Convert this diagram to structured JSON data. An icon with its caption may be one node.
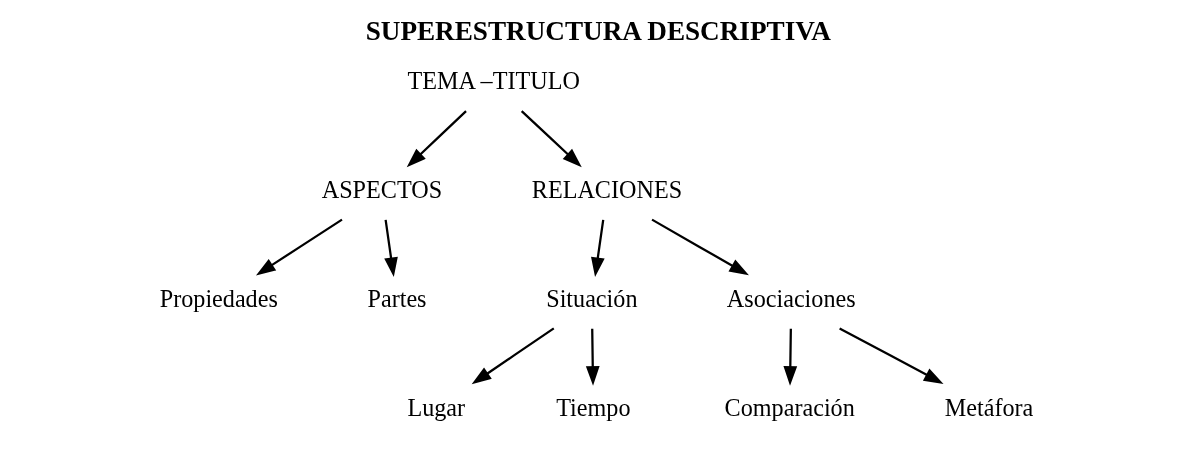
{
  "diagram": {
    "title": "SUPERESTRUCTURA DESCRIPTIVA",
    "nodes": [
      {
        "text": [
          "TEMA –TITULO"
        ]
      },
      {
        "text": [
          "ASPECTOS"
        ]
      },
      {
        "text": [
          "RELACIONES"
        ]
      },
      {
        "text": [
          "Propiedades"
        ]
      },
      {
        "text": [
          "Partes"
        ]
      },
      {
        "text": [
          "Situación"
        ]
      },
      {
        "text": [
          "Asociaciones"
        ]
      },
      {
        "text": [
          "Lugar"
        ]
      },
      {
        "text": [
          "Tiempo"
        ]
      },
      {
        "text": [
          "Comparación"
        ]
      },
      {
        "text": [
          "Metáfora"
        ]
      }
    ],
    "edges": [
      {
        "from": 0,
        "to": 1,
        "arrow": "to"
      },
      {
        "from": 0,
        "to": 2,
        "arrow": "to"
      },
      {
        "from": 1,
        "to": 3,
        "arrow": "to"
      },
      {
        "from": 1,
        "to": 4,
        "arrow": "to"
      },
      {
        "from": 2,
        "to": 5,
        "arrow": "to"
      },
      {
        "from": 2,
        "to": 6,
        "arrow": "to"
      },
      {
        "from": 5,
        "to": 7,
        "arrow": "to"
      },
      {
        "from": 5,
        "to": 8,
        "arrow": "to"
      },
      {
        "from": 6,
        "to": 9,
        "arrow": "to"
      },
      {
        "from": 6,
        "to": 10,
        "arrow": "to"
      }
    ]
  }
}
